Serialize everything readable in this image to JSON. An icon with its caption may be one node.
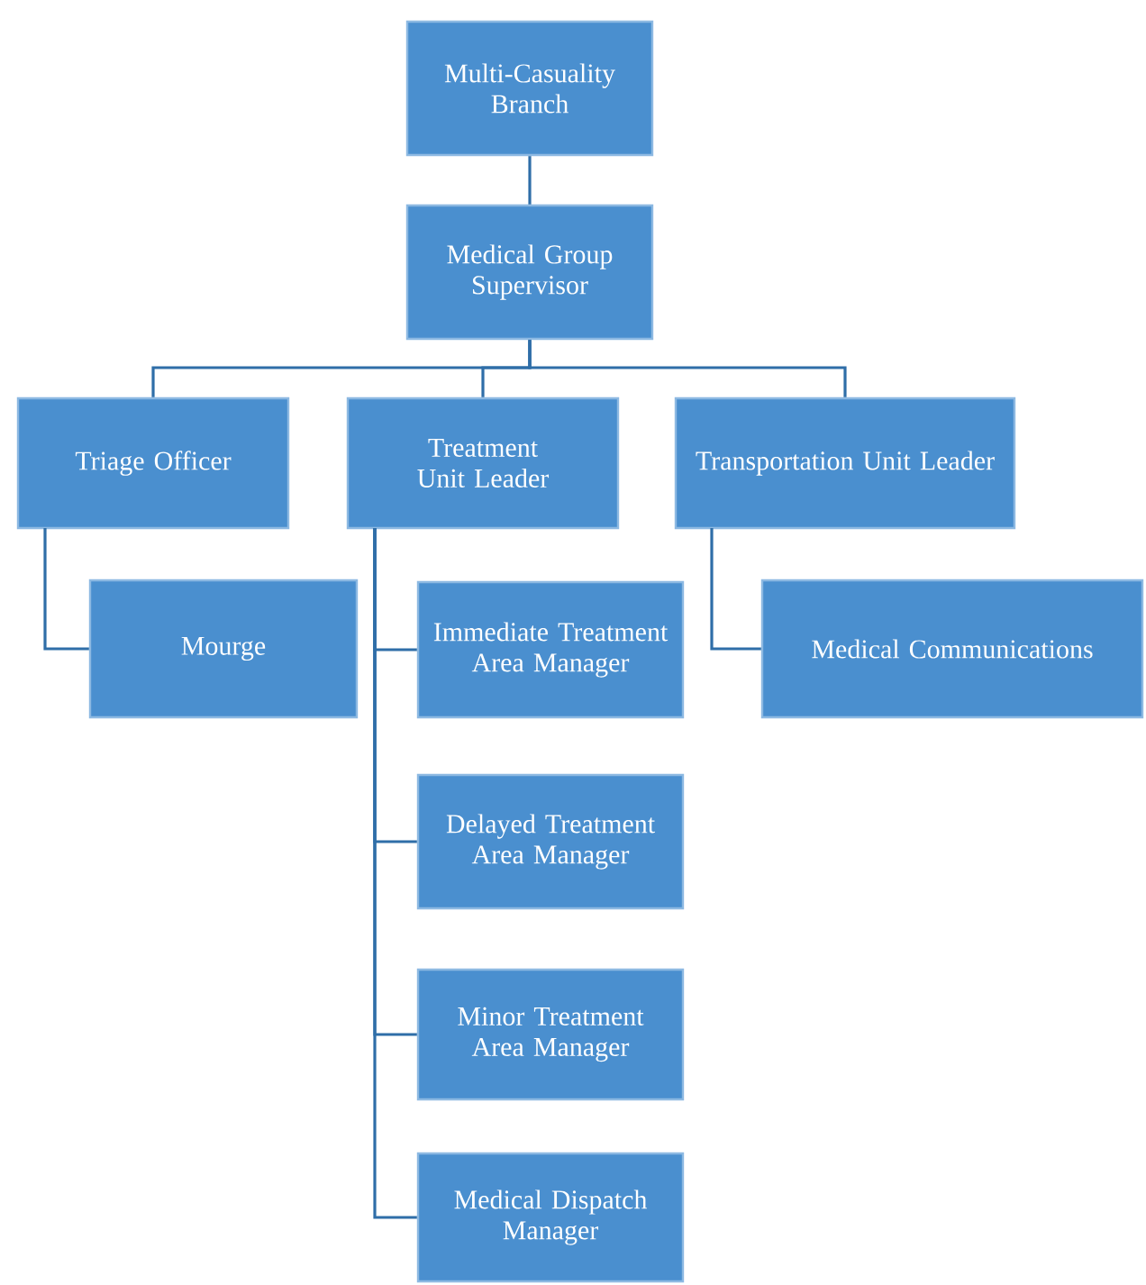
{
  "diagram": {
    "nodes": [
      {
        "text": [
          "Multi-Casuality Branch"
        ]
      },
      {
        "text": [
          "Medical Group Supervisor"
        ]
      },
      {
        "text": [
          "Triage Officer"
        ]
      },
      {
        "text": [
          "Treatment Unit Leader"
        ]
      },
      {
        "text": [
          "Transportation Unit Leader"
        ]
      },
      {
        "text": [
          "Mourge"
        ]
      },
      {
        "text": [
          "Immediate Treatment Area Manager"
        ]
      },
      {
        "text": [
          "Medical Communications"
        ]
      },
      {
        "text": [
          "Delayed Treatment Area Manager"
        ]
      },
      {
        "text": [
          "Minor Treatment Area Manager"
        ]
      },
      {
        "text": [
          "Medical Dispatch Manager"
        ]
      }
    ],
    "edges": [
      {
        "from": 0,
        "to": 1,
        "arrow": "none"
      },
      {
        "from": 1,
        "to": 2,
        "arrow": "none"
      },
      {
        "from": 1,
        "to": 3,
        "arrow": "none"
      },
      {
        "from": 1,
        "to": 4,
        "arrow": "none"
      },
      {
        "from": 2,
        "to": 5,
        "arrow": "none"
      },
      {
        "from": 3,
        "to": 6,
        "arrow": "none"
      },
      {
        "from": 3,
        "to": 8,
        "arrow": "none"
      },
      {
        "from": 3,
        "to": 9,
        "arrow": "none"
      },
      {
        "from": 3,
        "to": 10,
        "arrow": "none"
      },
      {
        "from": 4,
        "to": 7,
        "arrow": "none"
      }
    ]
  }
}
